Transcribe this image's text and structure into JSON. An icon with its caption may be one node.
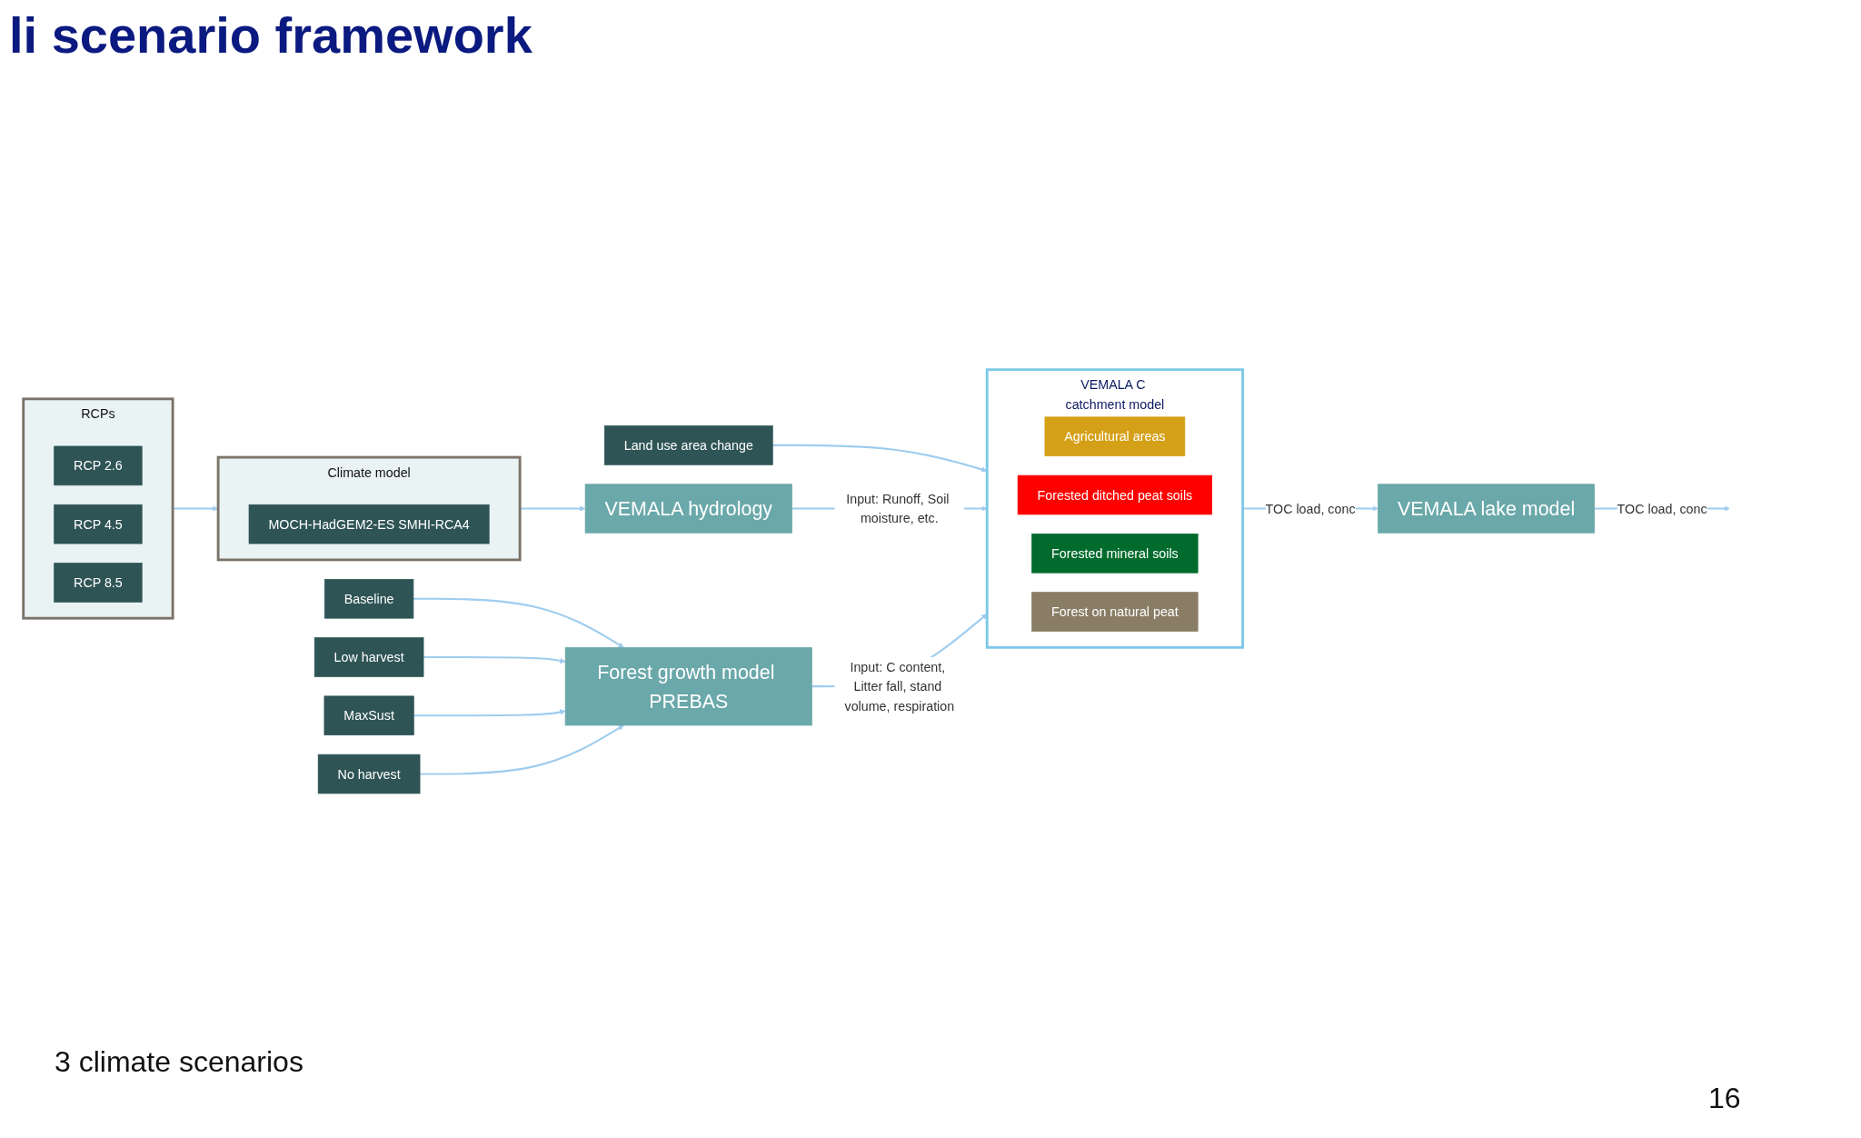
{
  "diagram": {
    "title": "li scenario framework",
    "nodes": [
      {
        "text": [
          "RCPs"
        ]
      },
      {
        "text": [
          "RCP 2.6"
        ],
        "in": 0
      },
      {
        "text": [
          "RCP 4.5"
        ],
        "in": 0
      },
      {
        "text": [
          "RCP 8.5"
        ],
        "in": 0
      },
      {
        "text": [
          "Climate model"
        ]
      },
      {
        "text": [
          "MOCH-HadGEM2-ES SMHI-RCA4"
        ],
        "in": 4
      },
      {
        "text": [
          "VEMALA hydrology"
        ]
      },
      {
        "text": [
          "Baseline"
        ]
      },
      {
        "text": [
          "Low harvest"
        ]
      },
      {
        "text": [
          "MaxSust"
        ]
      },
      {
        "text": [
          "No harvest"
        ]
      },
      {
        "text": [
          "Forest growth model PREBAS"
        ]
      },
      {
        "text": [
          "Land use area change"
        ]
      },
      {
        "text": [
          "VEMALA C catchment model"
        ]
      },
      {
        "text": [
          "Agricultural areas"
        ],
        "in": 13
      },
      {
        "text": [
          "Forested ditched peat soils"
        ],
        "in": 13
      },
      {
        "text": [
          "Forested mineral soils"
        ],
        "in": 13
      },
      {
        "text": [
          "Forest on natural peat"
        ],
        "in": 13
      },
      {
        "text": [
          "VEMALA lake model"
        ]
      }
    ],
    "edges": [
      {
        "from": 0,
        "to": 4,
        "arrow": "to"
      },
      {
        "from": 4,
        "to": 6,
        "arrow": "to"
      },
      {
        "from": 7,
        "to": 11,
        "arrow": "to"
      },
      {
        "from": 8,
        "to": 11,
        "arrow": "to"
      },
      {
        "from": 9,
        "to": 11,
        "arrow": "to"
      },
      {
        "from": 10,
        "to": 11,
        "arrow": "to"
      },
      {
        "from": 12,
        "to": 13,
        "arrow": "to"
      },
      {
        "from": 6,
        "to": 13,
        "label": "Input: Runoff, Soil moisture, etc.",
        "arrow": "to"
      },
      {
        "from": 11,
        "to": 13,
        "label": "Input: C content, Litter fall, stand volume, respiration",
        "arrow": "to"
      },
      {
        "from": 13,
        "to": 18,
        "label": "TOC load, conc",
        "arrow": "to"
      },
      {
        "from": 18,
        "to": null,
        "label": "TOC load, conc",
        "arrow": "to"
      }
    ],
    "labels": [
      "3 climate scenarios",
      "16"
    ]
  }
}
